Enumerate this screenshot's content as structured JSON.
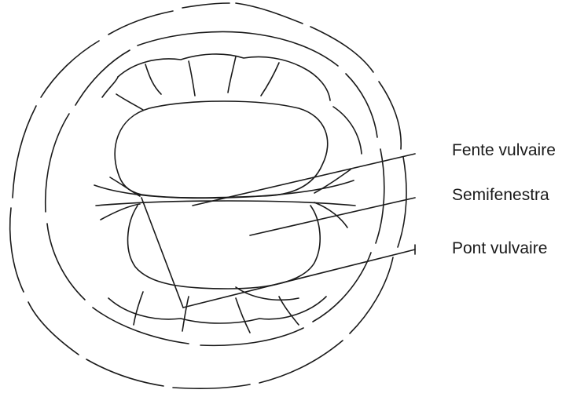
{
  "labels": {
    "fente_vulvaire": "Fente vulvaire",
    "semifenestra": "Semifenestra",
    "pont_vulvaire": "Pont vulvaire"
  },
  "colors": {
    "stroke": "#1a1a1a",
    "background": "#ffffff"
  }
}
